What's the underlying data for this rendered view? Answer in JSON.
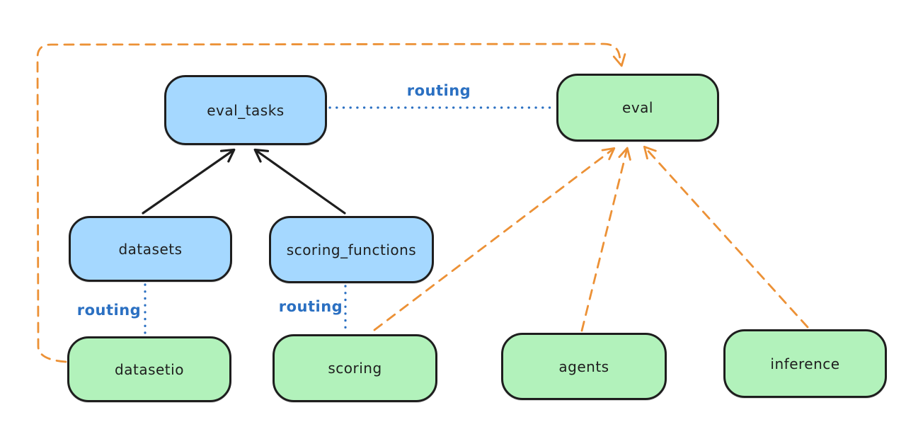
{
  "diagram": {
    "nodes": {
      "eval_tasks": {
        "label": "eval_tasks",
        "fill": "blue"
      },
      "eval": {
        "label": "eval",
        "fill": "green"
      },
      "datasets": {
        "label": "datasets",
        "fill": "blue"
      },
      "scoring_functions": {
        "label": "scoring_functions",
        "fill": "blue"
      },
      "datasetio": {
        "label": "datasetio",
        "fill": "green"
      },
      "scoring": {
        "label": "scoring",
        "fill": "green"
      },
      "agents": {
        "label": "agents",
        "fill": "green"
      },
      "inference": {
        "label": "inference",
        "fill": "green"
      }
    },
    "edges": {
      "eval_tasks_to_eval": {
        "label": "routing",
        "style": "dotted-blue"
      },
      "datasets_to_datasetio": {
        "label": "routing",
        "style": "dotted-blue"
      },
      "scoring_functions_to_scoring": {
        "label": "routing",
        "style": "dotted-blue"
      },
      "datasets_to_eval_tasks": {
        "style": "solid-black-arrow"
      },
      "scoring_functions_to_eval_tasks": {
        "style": "solid-black-arrow"
      },
      "datasetio_to_eval": {
        "style": "dashed-orange-arrow"
      },
      "scoring_to_eval": {
        "style": "dashed-orange-arrow"
      },
      "agents_to_eval": {
        "style": "dashed-orange-arrow"
      },
      "inference_to_eval": {
        "style": "dashed-orange-arrow"
      }
    },
    "colors": {
      "blue_node_fill": "#a5d8ff",
      "green_node_fill": "#b2f2bb",
      "node_border": "#1e1e1e",
      "routing_line": "#2b70c2",
      "dashed_arrow": "#ec9136",
      "solid_arrow": "#1e1e1e",
      "canvas_bg": "#ffffff"
    }
  }
}
